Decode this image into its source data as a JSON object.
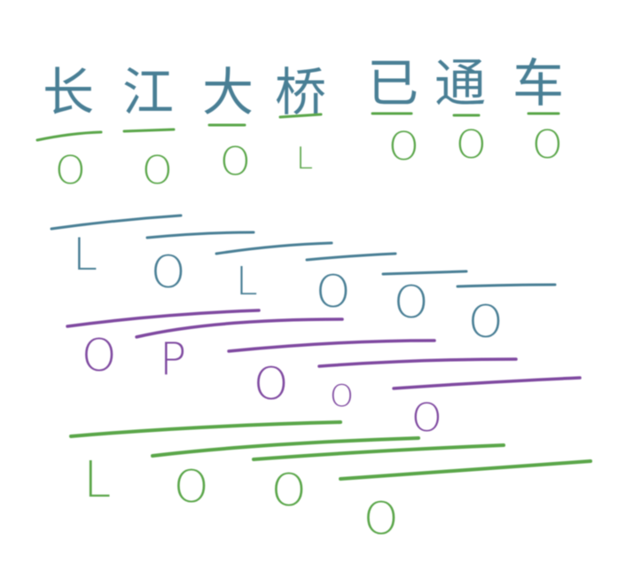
{
  "colors": {
    "blue": "#4a7f95",
    "green": "#5aa64a",
    "purple": "#7f4aa0"
  },
  "title_chars": [
    "长",
    "江",
    "大",
    "桥",
    "已",
    "通",
    "车"
  ],
  "row1_marks": [
    "O",
    "O",
    "O",
    "L",
    "O",
    "O",
    "O"
  ],
  "row2_marks": [
    "L",
    "O",
    "L",
    "O",
    "O",
    "O"
  ],
  "row3_marks": [
    "O",
    "P",
    "O",
    "O",
    "O"
  ],
  "row4_marks": [
    "L",
    "O",
    "O",
    "O"
  ]
}
